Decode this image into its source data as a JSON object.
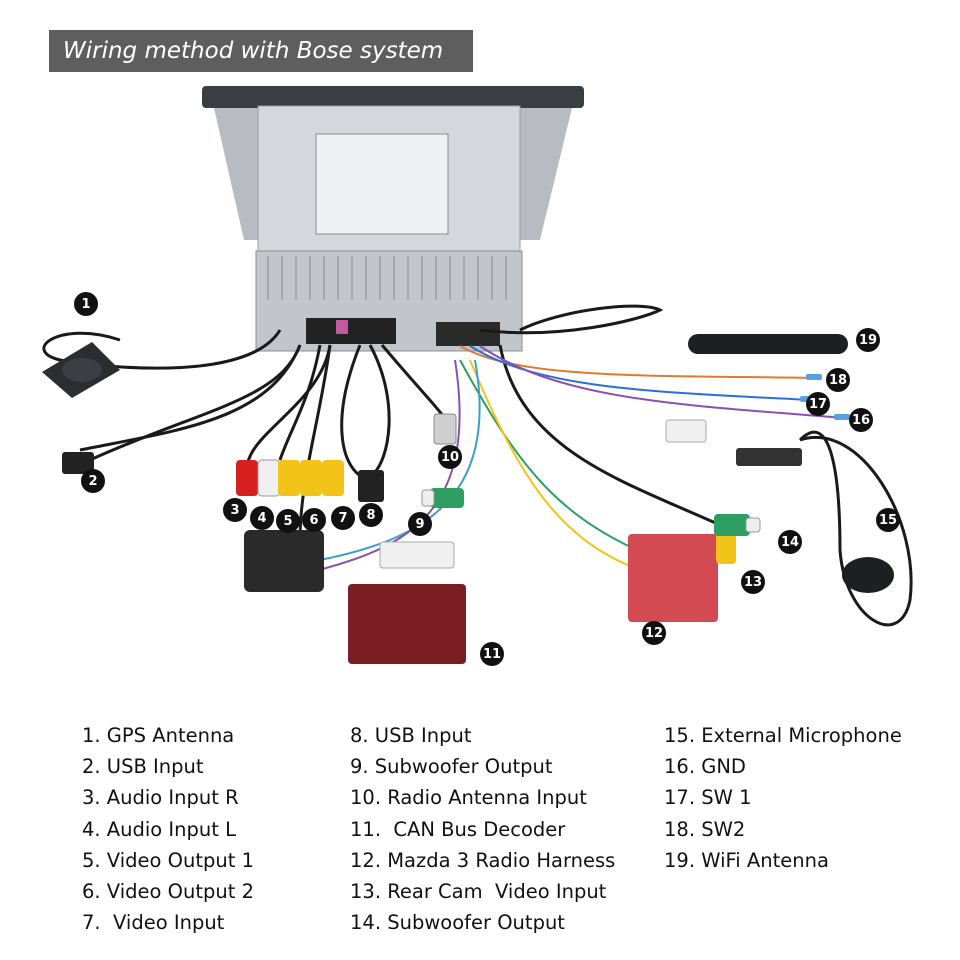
{
  "title": "Wiring method with Bose system",
  "colors": {
    "title_bg": "#5e5e5e",
    "badge": "#111111",
    "cable": "#1a1a1a",
    "unit_metal": "#c9cdd2",
    "decoder": "#7a1e24",
    "harness": "#d44a52",
    "rca_red": "#d62020",
    "rca_yellow": "#f2c419",
    "rca_green": "#2f9e62"
  },
  "badges": [
    {
      "n": "1"
    },
    {
      "n": "2"
    },
    {
      "n": "3"
    },
    {
      "n": "4"
    },
    {
      "n": "5"
    },
    {
      "n": "6"
    },
    {
      "n": "7"
    },
    {
      "n": "8"
    },
    {
      "n": "9"
    },
    {
      "n": "10"
    },
    {
      "n": "11"
    },
    {
      "n": "12"
    },
    {
      "n": "13"
    },
    {
      "n": "14"
    },
    {
      "n": "15"
    },
    {
      "n": "16"
    },
    {
      "n": "17"
    },
    {
      "n": "18"
    },
    {
      "n": "19"
    }
  ],
  "legend": {
    "col1": [
      "1. GPS Antenna",
      "2. USB Input",
      "3. Audio Input R",
      "4. Audio Input L",
      "5. Video Output 1",
      "6. Video Output 2",
      "7.  Video Input"
    ],
    "col2": [
      "8. USB Input",
      "9. Subwoofer Output",
      "10. Radio Antenna Input",
      "11.  CAN Bus Decoder",
      "12. Mazda 3 Radio Harness",
      "13. Rear Cam  Video Input",
      "14. Subwoofer Output"
    ],
    "col3": [
      "15. External Microphone",
      "16. GND",
      "17. SW 1",
      "18. SW2",
      "19. WiFi Antenna"
    ]
  }
}
